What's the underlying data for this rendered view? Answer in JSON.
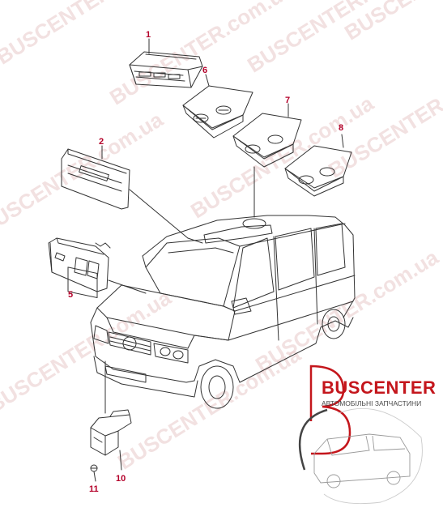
{
  "watermark": {
    "text": "BUSCENTER.com.ua",
    "color": "#d9a0a0"
  },
  "callouts": [
    {
      "id": "1",
      "label": "1"
    },
    {
      "id": "2",
      "label": "2"
    },
    {
      "id": "5",
      "label": "5"
    },
    {
      "id": "6",
      "label": "6"
    },
    {
      "id": "7",
      "label": "7"
    },
    {
      "id": "8",
      "label": "8"
    },
    {
      "id": "10",
      "label": "10"
    },
    {
      "id": "11",
      "label": "11"
    }
  ],
  "brand": {
    "name": "BUSCENTER",
    "tagline": "АВТОМОБІЛЬНІ ЗАПЧАСТИНИ",
    "color": "#c4161c"
  },
  "colors": {
    "line": "#333333",
    "callout": "#b4002a"
  }
}
